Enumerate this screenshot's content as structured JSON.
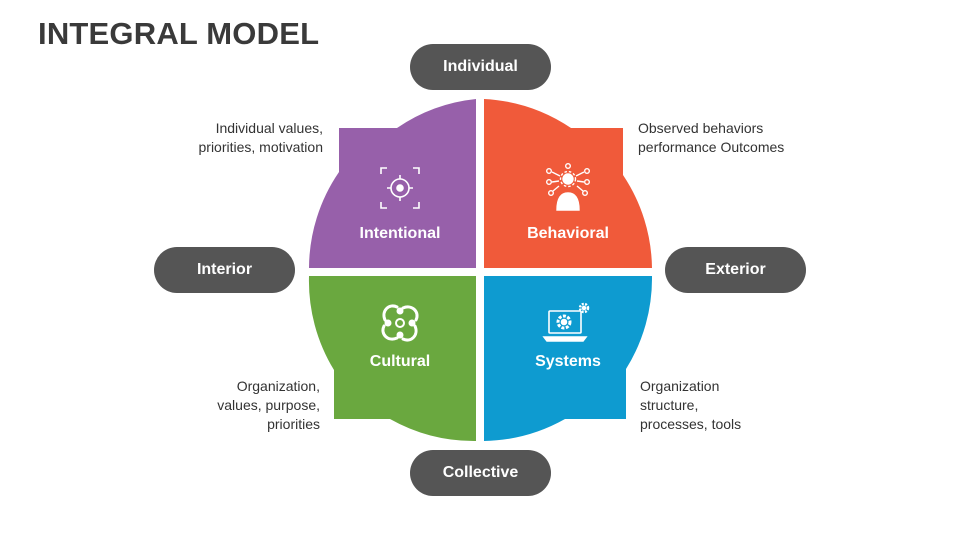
{
  "title": "INTEGRAL MODEL",
  "axes": {
    "top": "Individual",
    "bottom": "Collective",
    "left": "Interior",
    "right": "Exterior"
  },
  "quadrants": [
    {
      "key": "tl",
      "label": "Intentional",
      "color": "#9760aa",
      "icon": "target-icon"
    },
    {
      "key": "tr",
      "label": "Behavioral",
      "color": "#f05a3a",
      "icon": "person-network-icon"
    },
    {
      "key": "bl",
      "label": "Cultural",
      "color": "#6aa83f",
      "icon": "people-circle-icon"
    },
    {
      "key": "br",
      "label": "Systems",
      "color": "#0e9bd0",
      "icon": "laptop-gears-icon"
    }
  ],
  "descriptions": {
    "tl": [
      "Individual values,",
      "priorities, motivation"
    ],
    "tr": [
      "Observed behaviors",
      "performance Outcomes"
    ],
    "bl": [
      "Organization,",
      "values, purpose,",
      "priorities"
    ],
    "br": [
      "Organization",
      "structure,",
      "processes, tools"
    ]
  },
  "colors": {
    "pill": "#555555",
    "title": "#3a3a3a",
    "text": "#333333"
  }
}
